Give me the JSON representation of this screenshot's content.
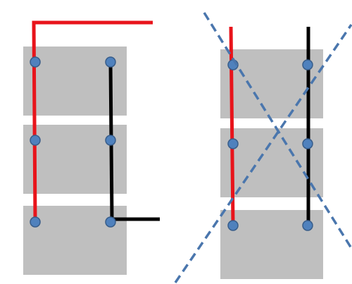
{
  "colors": {
    "block": "#bfbfbf",
    "red_wire": "#e8141b",
    "black_wire": "#000000",
    "terminal": "#4f81bd",
    "terminal_stroke": "#385d8a",
    "cross": "#4a76ad"
  },
  "left_panel": {
    "blocks": 3,
    "terminals_per_block": 2,
    "wiring": "series"
  },
  "right_panel": {
    "blocks": 3,
    "terminals_per_block": 2,
    "wiring": "crossed-out"
  }
}
